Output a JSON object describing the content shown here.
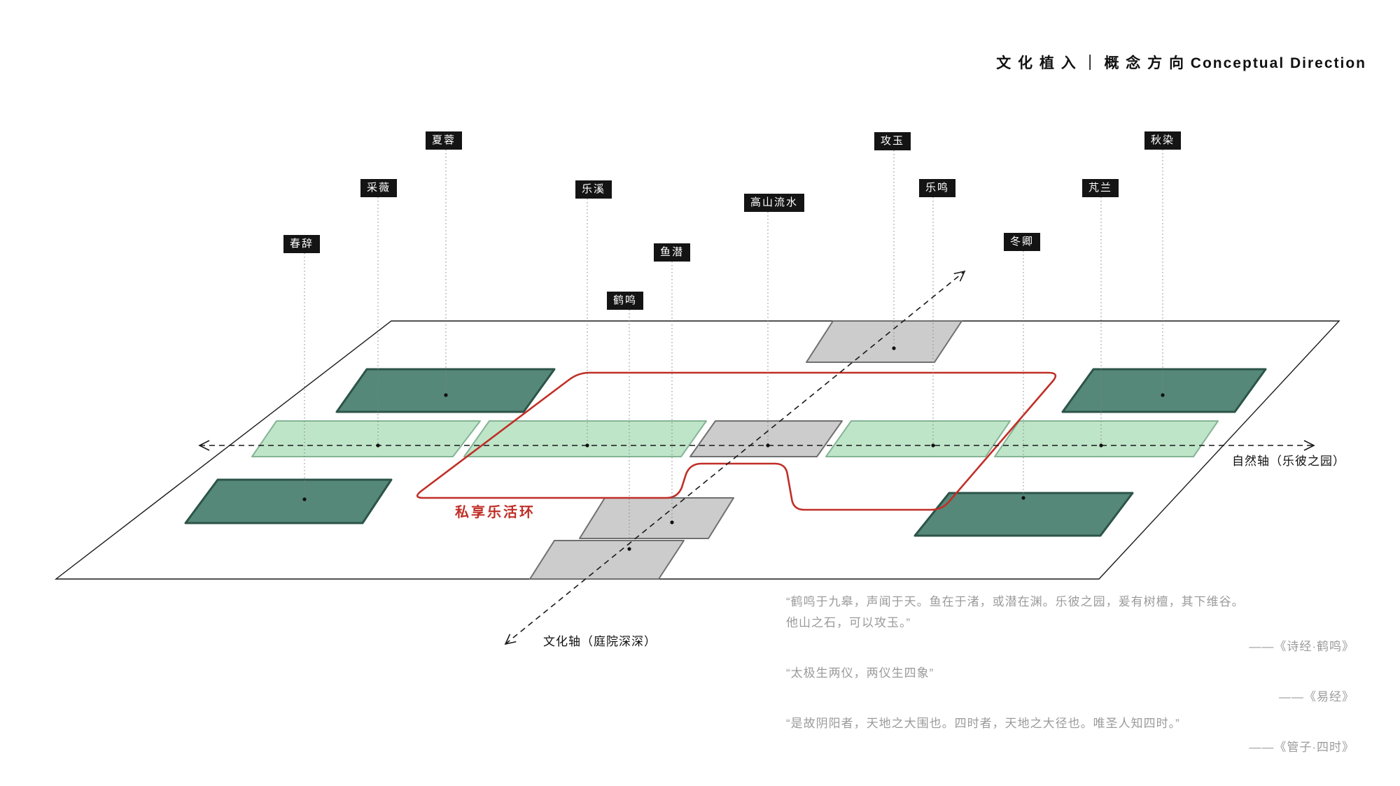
{
  "title": "文 化 植 入 ｜ 概 念 方 向 Conceptual Direction",
  "axes": {
    "natural": {
      "label": "自然轴（乐彼之园）"
    },
    "culture": {
      "label": "文化轴（庭院深深）"
    }
  },
  "ring_label": "私享乐活环",
  "labels": [
    {
      "id": "chunci",
      "text": "春辞"
    },
    {
      "id": "caiwei",
      "text": "采薇"
    },
    {
      "id": "xiarong",
      "text": "夏蓉"
    },
    {
      "id": "lexi",
      "text": "乐溪"
    },
    {
      "id": "heming",
      "text": "鹤鸣"
    },
    {
      "id": "yuqian",
      "text": "鱼潜"
    },
    {
      "id": "gaoshanliushui",
      "text": "高山流水"
    },
    {
      "id": "gongyu",
      "text": "攻玉"
    },
    {
      "id": "leming",
      "text": "乐鸣"
    },
    {
      "id": "dongqing",
      "text": "冬卿"
    },
    {
      "id": "penglan",
      "text": "芃兰"
    },
    {
      "id": "qiuran",
      "text": "秋染"
    }
  ],
  "quotes": [
    {
      "lines": [
        "“鹤鸣于九皋，声闻于天。鱼在于渚，或潜在渊。乐彼之园，爰有树檀，其下维谷。",
        "他山之石，可以攻玉。”"
      ],
      "source": "——《诗经·鹤鸣》"
    },
    {
      "lines": [
        "“太极生两仪，两仪生四象”"
      ],
      "source": "——《易经》"
    },
    {
      "lines": [
        "“是故阴阳者，天地之大围也。四时者，天地之大径也。唯圣人知四时。”"
      ],
      "source": "——《管子·四时》"
    }
  ],
  "colors": {
    "dark_green": "#568879",
    "dark_green_border": "#2c5449",
    "light_green": "#bfe5c9",
    "light_green_border": "#84b495",
    "gray": "#cccccc",
    "gray_border": "#707070",
    "red": "#c02f27",
    "line": "#1a1a1a",
    "text_gray": "#9b9b9b"
  }
}
